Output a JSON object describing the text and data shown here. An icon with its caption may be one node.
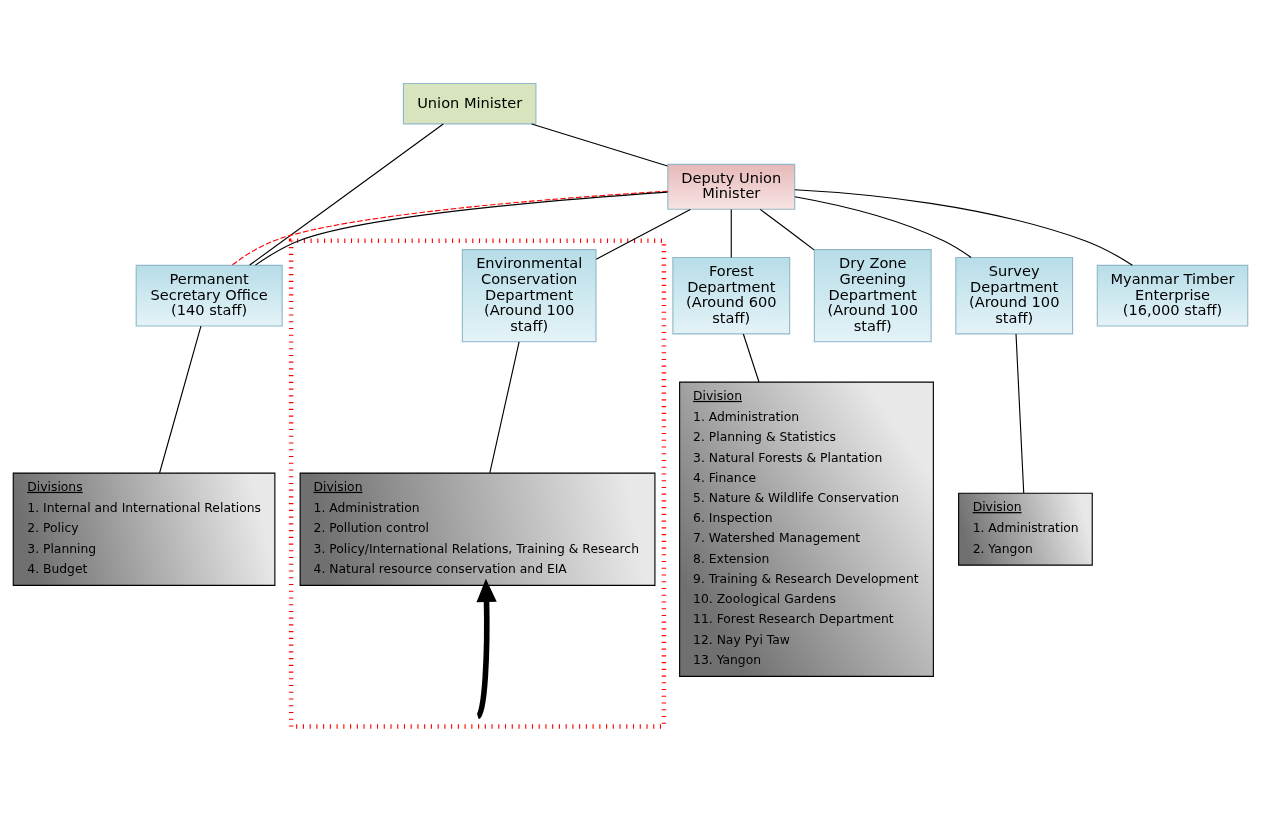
{
  "diagram": {
    "nodes": [
      {
        "text": [
          "Union Minister"
        ]
      },
      {
        "text": [
          "Deputy Union Minister"
        ]
      },
      {
        "text": [
          "Permanent Secretary Office (140 staff)"
        ]
      },
      {
        "text": [
          "Forest Department (Around 600 staff)"
        ]
      },
      {
        "text": [
          "Dry Zone Greening Department (Around 100 staff)"
        ]
      },
      {
        "text": [],
        "shape": "box"
      },
      {
        "text": [
          "Environmental Conservation Department (Around 100 staff)"
        ],
        "in": 5
      },
      {
        "text": [
          "Survey Department (Around 100 staff)"
        ]
      },
      {
        "text": [
          "Myanmar Timber Enterprise (16,000 staff)"
        ]
      },
      {
        "text": [
          "Divisions",
          "1. Internal and International Relations",
          "2. Policy",
          "3. Planning",
          "4. Budget"
        ]
      },
      {
        "text": [
          "Division",
          "1. Administration",
          "2. Planning & Statistics",
          "3. Natural Forests & Plantation",
          "4. Finance",
          "5. Nature & Wildlife Conservation",
          "6. Inspection",
          "7. Watershed Management",
          "8. Extension",
          "9. Training & Research Development",
          "10. Zoological Gardens",
          "11. Forest Research Department",
          "12. Nay Pyi Taw",
          "13. Yangon"
        ]
      },
      {
        "text": [
          "Division",
          "1. Administration",
          "2. Pollution control",
          "3. Policy/International Relations, Training & Research",
          "4. Natural resource conservation and EIA"
        ],
        "in": 5
      },
      {
        "text": [
          "Division",
          "1. Administration",
          "2. Yangon"
        ]
      }
    ],
    "edges": [
      {
        "from": 0,
        "to": 1,
        "arrow": "none"
      },
      {
        "from": 0,
        "to": 2,
        "arrow": "none"
      },
      {
        "from": 1,
        "to": 2,
        "arrow": "none",
        "style": "dashed",
        "color": "#ff0000"
      },
      {
        "from": 1,
        "to": 2,
        "arrow": "none"
      },
      {
        "from": 1,
        "to": 3,
        "arrow": "none"
      },
      {
        "from": 1,
        "to": 4,
        "arrow": "none"
      },
      {
        "from": 1,
        "to": 6,
        "arrow": "none"
      },
      {
        "from": 1,
        "to": 7,
        "arrow": "none"
      },
      {
        "from": 1,
        "to": 8,
        "arrow": "none"
      },
      {
        "from": 2,
        "to": 9,
        "arrow": "none"
      },
      {
        "from": 3,
        "to": 10,
        "arrow": "none"
      },
      {
        "from": 6,
        "to": 11,
        "arrow": "none"
      },
      {
        "from": 7,
        "to": 12,
        "arrow": "none"
      },
      {
        "from": null,
        "to": 11,
        "arrow": "to",
        "style": "thick"
      }
    ]
  }
}
